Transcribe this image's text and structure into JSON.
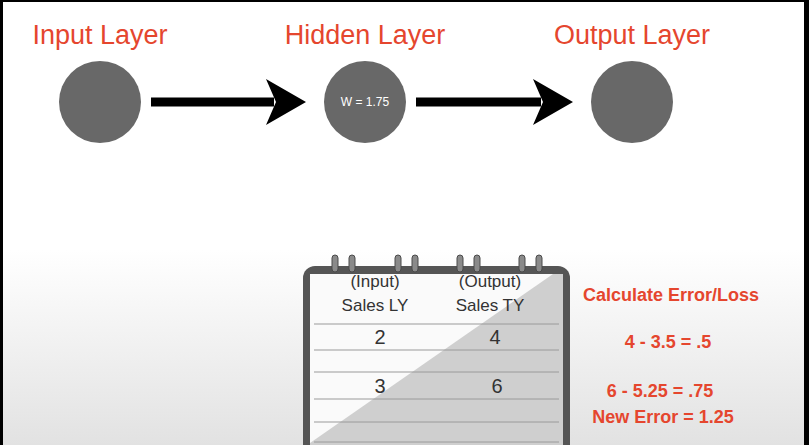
{
  "diagram": {
    "nodes": [
      {
        "text": [
          "Input Layer"
        ]
      },
      {
        "text": [
          "Hidden Layer",
          "W = 1.75"
        ]
      },
      {
        "text": [
          "Output Layer"
        ]
      },
      {
        "text": [
          "(Input) Sales LY",
          "(Output) Sales TY",
          "2",
          "4",
          "3",
          "6"
        ]
      }
    ],
    "edges": [
      {
        "from": 0,
        "to": 1,
        "arrow": "to"
      },
      {
        "from": 1,
        "to": 2,
        "arrow": "to"
      }
    ],
    "labels": [
      "Calculate Error/Loss",
      "4 - 3.5 = .5",
      "6 - 5.25 = .75",
      "New Error = 1.25"
    ]
  }
}
